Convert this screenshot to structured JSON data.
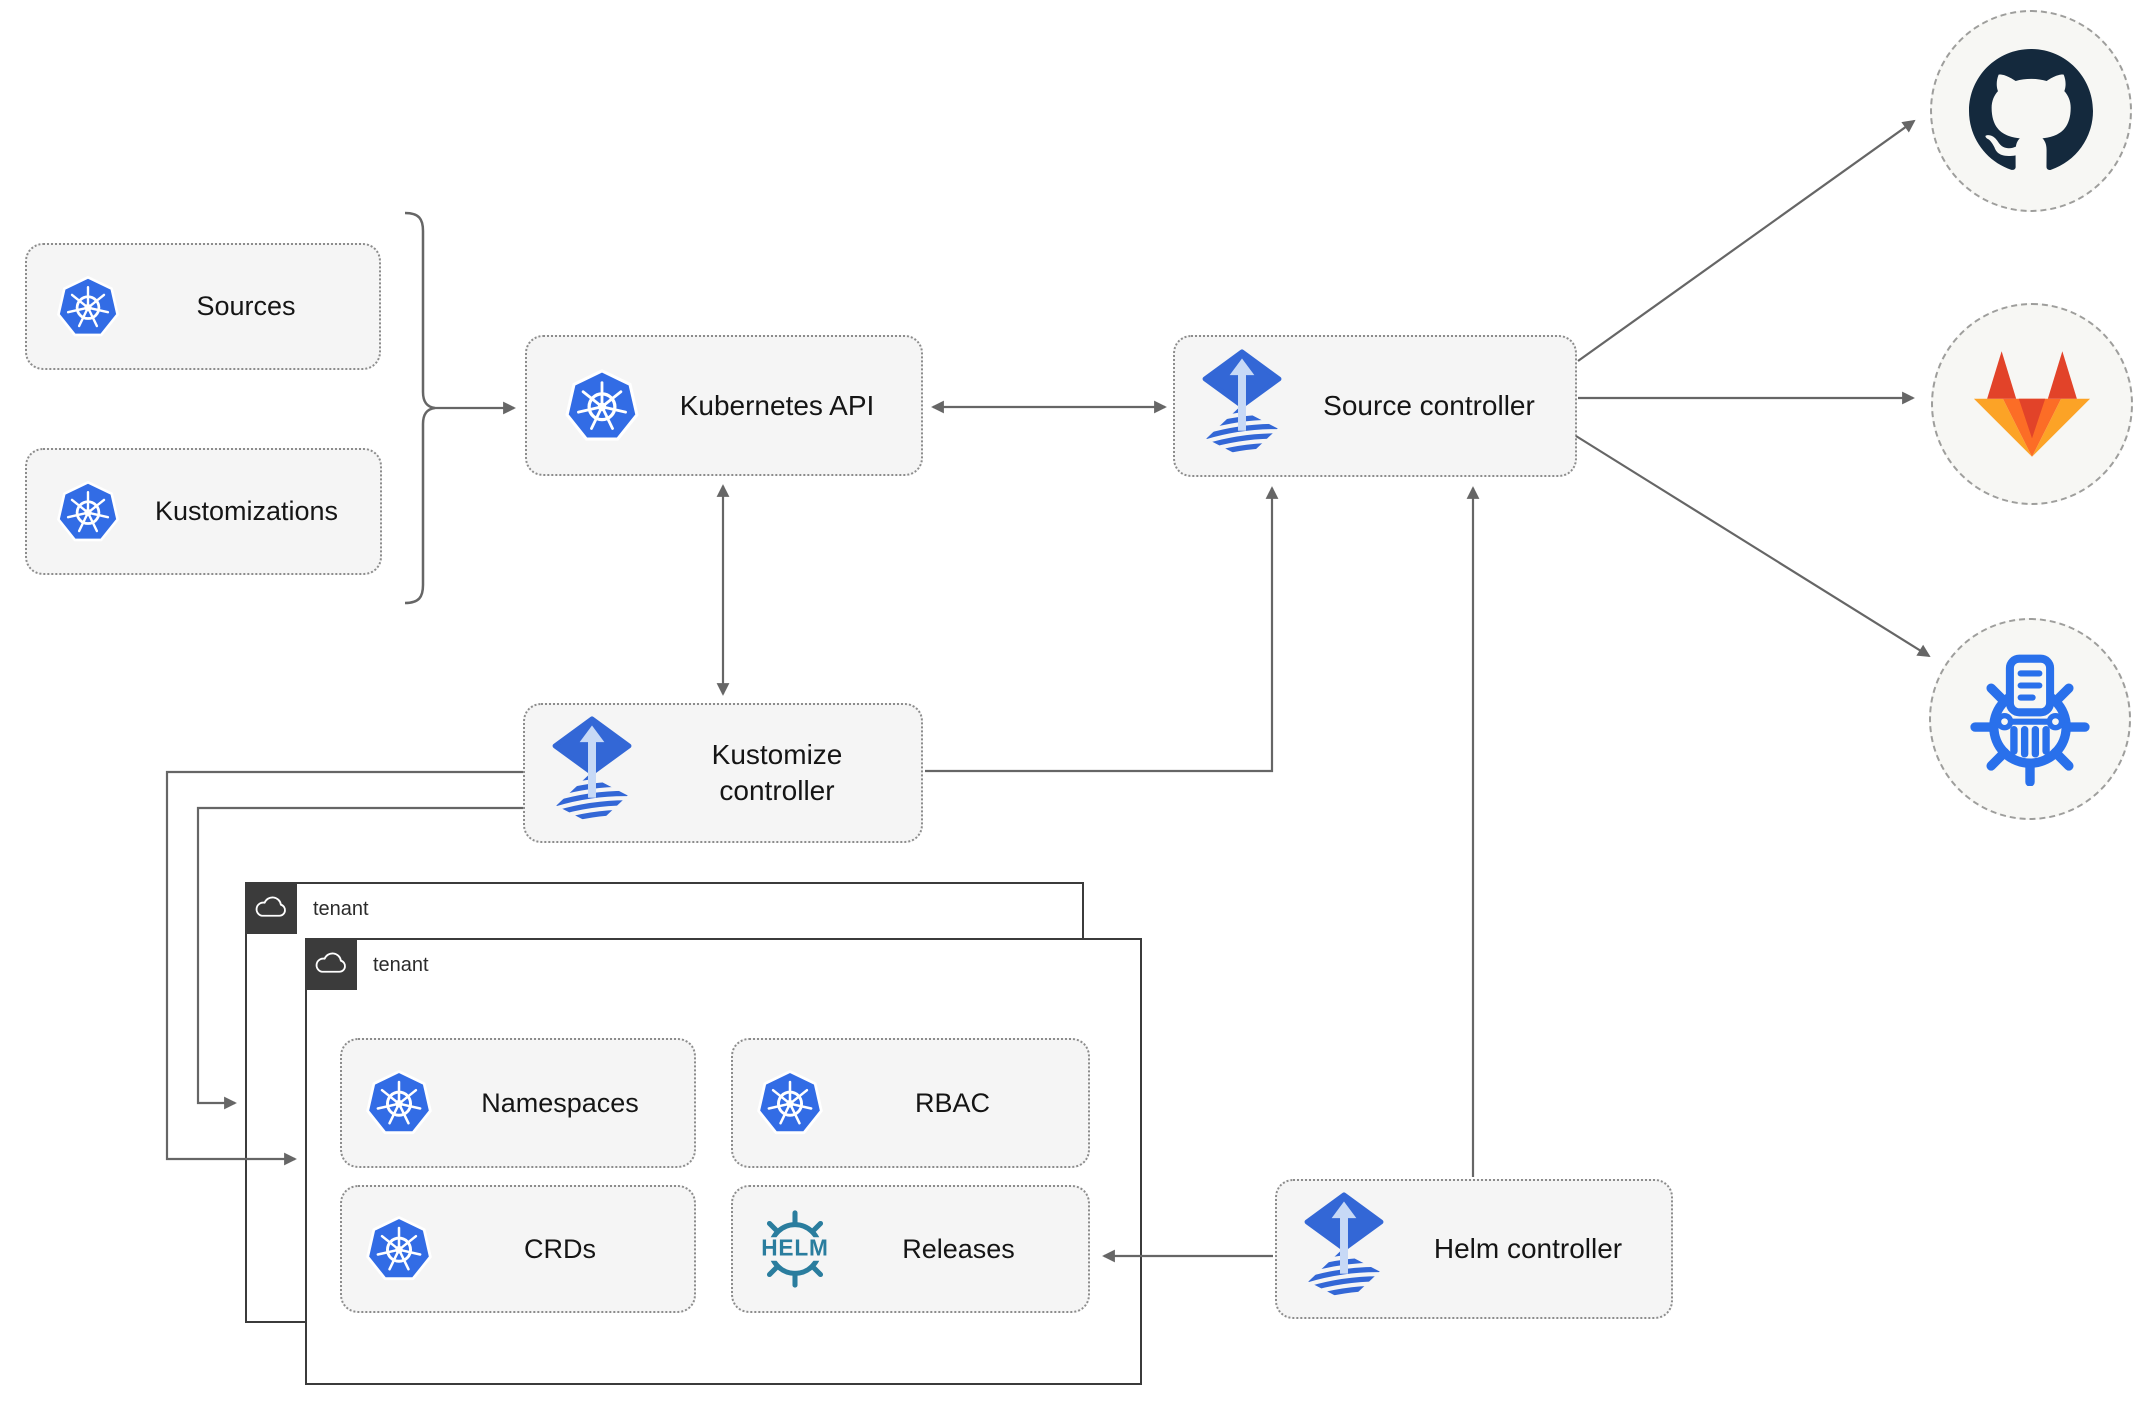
{
  "diagram": {
    "nodes": {
      "sources": {
        "label": "Sources",
        "icon": "kubernetes-icon"
      },
      "kustomizations": {
        "label": "Kustomizations",
        "icon": "kubernetes-icon"
      },
      "kubernetes_api": {
        "label": "Kubernetes API",
        "icon": "kubernetes-icon"
      },
      "source_controller": {
        "label": "Source controller",
        "icon": "flux-icon"
      },
      "kustomize_controller": {
        "label": "Kustomize controller",
        "icon": "flux-icon"
      },
      "helm_controller": {
        "label": "Helm controller",
        "icon": "flux-icon"
      },
      "namespaces": {
        "label": "Namespaces",
        "icon": "kubernetes-icon"
      },
      "rbac": {
        "label": "RBAC",
        "icon": "kubernetes-icon"
      },
      "crds": {
        "label": "CRDs",
        "icon": "kubernetes-icon"
      },
      "releases": {
        "label": "Releases",
        "icon": "helm-icon"
      }
    },
    "groups": {
      "outer_tenant": {
        "label": "tenant",
        "icon": "cloud-icon"
      },
      "inner_tenant": {
        "label": "tenant",
        "icon": "cloud-icon"
      }
    },
    "external_endpoints": [
      {
        "icon": "github-icon"
      },
      {
        "icon": "gitlab-icon"
      },
      {
        "icon": "helm-chart-repository-icon"
      }
    ],
    "helm_logo_text": "HELM",
    "colors": {
      "kubernetes-blue": "#326CE5",
      "flux-blue": "#3367D6",
      "flux-arrow-light": "#C7D9F6",
      "helm-teal": "#2A7D9E",
      "chartmuseum-blue": "#2970EB",
      "github-dark": "#14293D",
      "gitlab-red": "#E24329",
      "gitlab-orange": "#FC6D26",
      "gitlab-yellow": "#FCA326",
      "node-bg": "#F5F5F5",
      "node-border": "#8C8C8C",
      "circle-bg": "#F7F7F4",
      "circle-border": "#9E9E9C",
      "arrow-gray": "#666666",
      "tenant-dark": "#3B3B3B"
    }
  }
}
